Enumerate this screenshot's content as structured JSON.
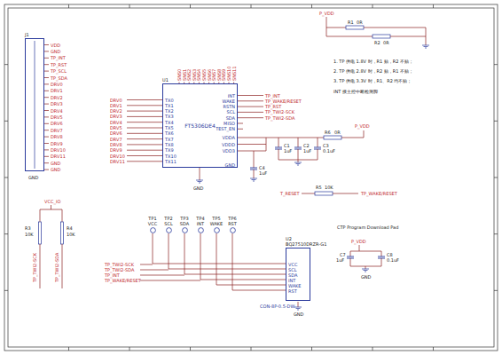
{
  "diagram": {
    "nodes": [
      {
        "text": [
          "J1"
        ]
      },
      {
        "text": [
          "U1",
          "FT5306DE4"
        ]
      },
      {
        "text": [
          "TP1",
          "VCC"
        ]
      },
      {
        "text": [
          "TP2",
          "SCL"
        ]
      },
      {
        "text": [
          "TP3",
          "SDA"
        ]
      },
      {
        "text": [
          "TP4",
          "INT"
        ]
      },
      {
        "text": [
          "TP5",
          "WAKE"
        ]
      },
      {
        "text": [
          "TP6",
          "RST"
        ]
      },
      {
        "text": [
          "U2",
          "BQ27510DRZR-G1"
        ]
      }
    ],
    "edges": [
      {
        "from": 2,
        "to": 8,
        "arrow": "none"
      },
      {
        "from": 3,
        "to": 8,
        "arrow": "none"
      },
      {
        "from": 4,
        "to": 8,
        "arrow": "none"
      },
      {
        "from": 5,
        "to": 8,
        "arrow": "none"
      },
      {
        "from": 6,
        "to": 8,
        "arrow": "none"
      },
      {
        "from": 7,
        "to": 8,
        "arrow": "none"
      }
    ],
    "labels": [
      "VDD",
      "GND",
      "TP_INT",
      "TP_RST",
      "TP_SCL",
      "TP_SDA",
      "DRV0",
      "DRV1",
      "DRV2",
      "DRV3",
      "DRV4",
      "DRV5",
      "DRV6",
      "DRV7",
      "DRV8",
      "DRV9",
      "DRV10",
      "DRV11",
      "GND",
      "GND",
      "DRV0",
      "DRV1",
      "DRV2",
      "DRV3",
      "DRV4",
      "DRV5",
      "DRV6",
      "DRV7",
      "DRV8",
      "DRV9",
      "DRV10",
      "DRV11",
      "TX0",
      "TX1",
      "TX2",
      "TX3",
      "TX4",
      "TX5",
      "TX6",
      "TX7",
      "TX8",
      "TX9",
      "TX10",
      "TX11",
      "SNS0",
      "SNS1",
      "SNS2",
      "SNS3",
      "SNS4",
      "SNS5",
      "SNS6",
      "SNS7",
      "SNS8",
      "SNS9",
      "SNS10",
      "SNS11",
      "INT",
      "WAKE",
      "RSTN",
      "SCL",
      "SDA",
      "MISO",
      "TEST_EN",
      "TP_INT",
      "TP_WAKE/RESET",
      "TP_RST",
      "TP_TWI2-SCK",
      "TP_TWI2-SDA",
      "VDDA",
      "VDDD",
      "VDD3",
      "GND",
      "P_VDD",
      "R6",
      "0R",
      "C1",
      "1uF",
      "C2",
      "1uF",
      "C3",
      "0.1uF",
      "C4",
      "1uF",
      "T_RESET",
      "R5",
      "10K",
      "TP_WAKE/RESET",
      "P_VDD",
      "R1",
      "0R",
      "R2",
      "0R",
      "1. TP 供电 1.8V 时，R1 贴，R2 不贴；",
      "2. TP 供电 2.8V 时，R2 贴，R1 不贴；",
      "3. TP 供电 3.3V 时，R1、R2 均不贴；",
      "INT 接主控中断检测脚",
      "VCC_IO",
      "R3",
      "10K",
      "R4",
      "10K",
      "TP_TWI2-SCK",
      "TP_TWI2-SDA",
      "TP_TWI2-SCK",
      "TP_TWI2-SDA",
      "TP_INT",
      "TP_WAKE/RESET",
      "VCC",
      "SCL",
      "SDA",
      "INT",
      "WAKE",
      "RST",
      "GND",
      "CON-8P-0.5-DW",
      "CTP Program Download Pad",
      "P_VDD",
      "C7",
      "1uF",
      "C8",
      "0.1uF",
      "GND",
      "GND",
      "GND"
    ]
  }
}
